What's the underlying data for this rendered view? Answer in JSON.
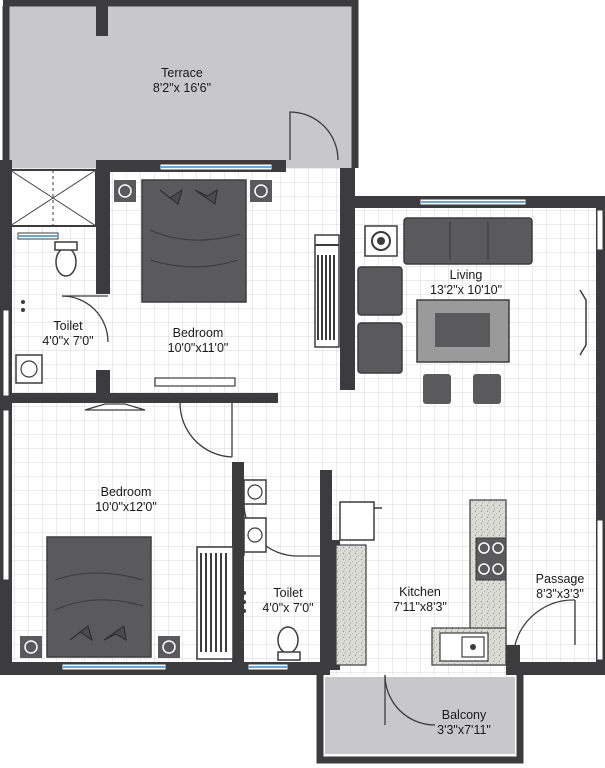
{
  "rooms": {
    "terrace": {
      "name": "Terrace",
      "dims": "8'2\"x 16'6\""
    },
    "bedroom1": {
      "name": "Bedroom",
      "dims": "10'0\"x11'0\""
    },
    "toilet1": {
      "name": "Toilet",
      "dims": "4'0\"x 7'0\""
    },
    "living": {
      "name": "Living",
      "dims": "13'2\"x 10'10\""
    },
    "bedroom2": {
      "name": "Bedroom",
      "dims": "10'0\"x12'0\""
    },
    "toilet2": {
      "name": "Toilet",
      "dims": "4'0\"x 7'0\""
    },
    "kitchen": {
      "name": "Kitchen",
      "dims": "7'11\"x8'3\""
    },
    "passage": {
      "name": "Passage",
      "dims": "8'3\"x3'3\""
    },
    "balcony": {
      "name": "Balcony",
      "dims": "3'3\"x7'11\""
    }
  },
  "colors": {
    "wall": "#3c3c3e",
    "terrace_floor": "#c8c8ca",
    "furniture": "#5a5a5c",
    "furniture_dark": "#4a4a4c",
    "counter": "#dcdcd6",
    "window_glass": "#6aa8d8",
    "tile_line": "#d4d4d4"
  }
}
